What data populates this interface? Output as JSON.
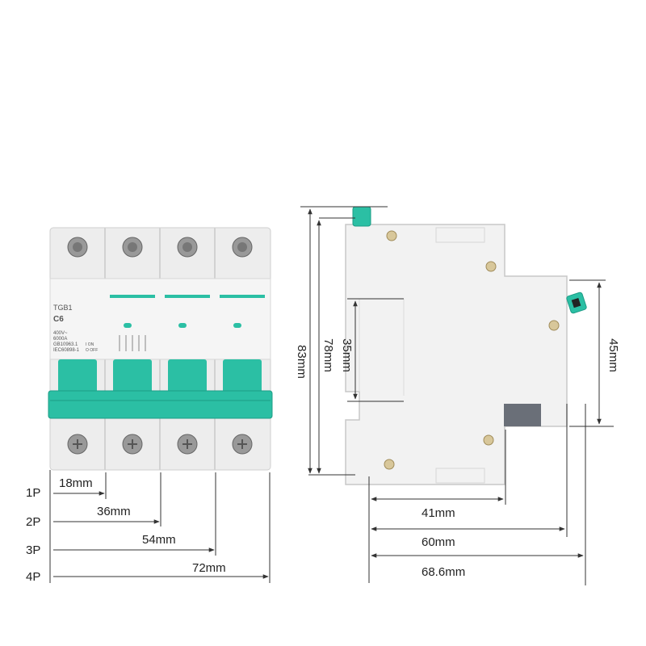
{
  "front_view": {
    "label_brand": "TGB1",
    "label_curve": "C6",
    "label_lines": [
      "400V~",
      "6000A",
      "GB10963.1",
      "IEC60898-1"
    ],
    "label_switch_on": "I ON",
    "label_switch_off": "O OFF",
    "colors": {
      "body": "#ececec",
      "accent": "#2bbfa4",
      "accent_dark": "#1e9c86",
      "line": "#333333"
    }
  },
  "pole_widths": [
    {
      "pole": "1P",
      "width": "18mm"
    },
    {
      "pole": "2P",
      "width": "36mm"
    },
    {
      "pole": "3P",
      "width": "54mm"
    },
    {
      "pole": "4P",
      "width": "72mm"
    }
  ],
  "side_view": {
    "height_dimensions": [
      {
        "id": "total-height",
        "label": "83mm"
      },
      {
        "id": "body-height",
        "label": "78mm"
      },
      {
        "id": "neck-height",
        "label": "35mm"
      },
      {
        "id": "front-height",
        "label": "45mm"
      }
    ],
    "depth_dimensions": [
      {
        "id": "depth-41",
        "label": "41mm"
      },
      {
        "id": "depth-60",
        "label": "60mm"
      },
      {
        "id": "depth-68",
        "label": "68.6mm"
      }
    ]
  }
}
